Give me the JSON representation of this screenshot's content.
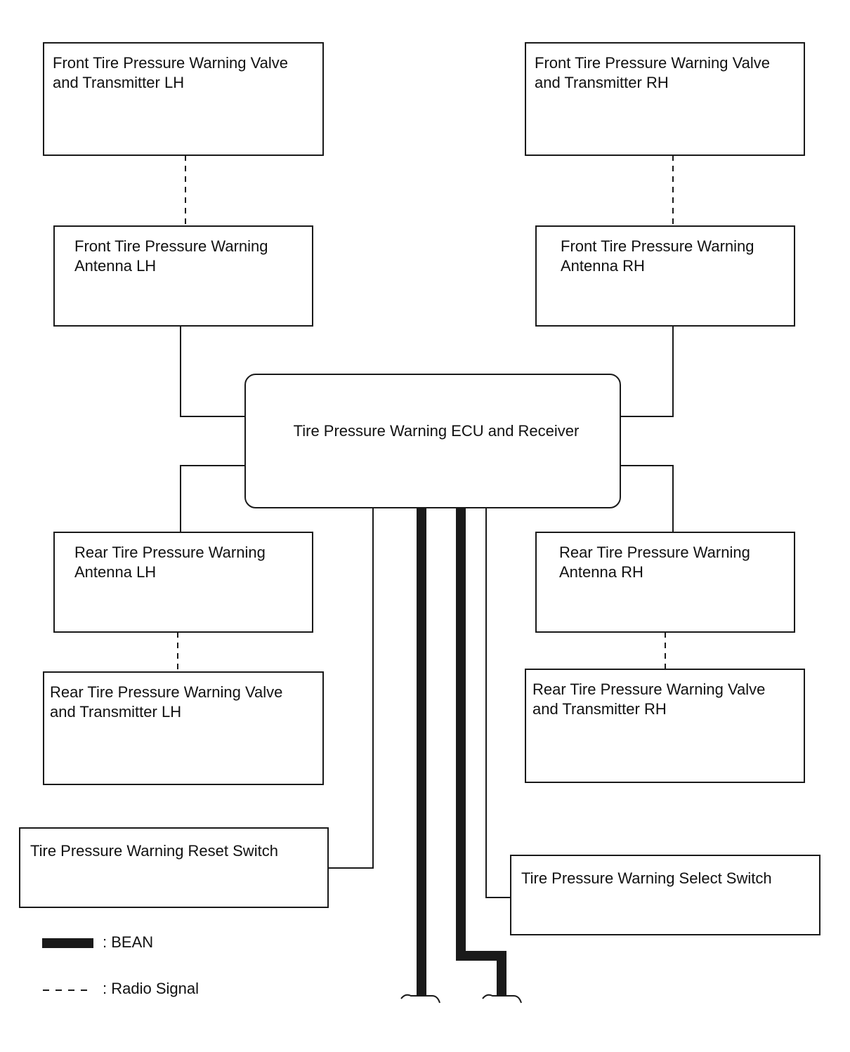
{
  "diagram": {
    "ecu": "Tire Pressure Warning ECU and Receiver",
    "front_valve_lh": "Front Tire Pressure Warning Valve\nand Transmitter LH",
    "front_valve_rh": "Front Tire Pressure Warning Valve\nand Transmitter RH",
    "front_antenna_lh": "Front Tire Pressure Warning\nAntenna LH",
    "front_antenna_rh": "Front Tire Pressure Warning\nAntenna RH",
    "rear_antenna_lh": "Rear Tire Pressure Warning\nAntenna LH",
    "rear_antenna_rh": "Rear Tire Pressure Warning\nAntenna RH",
    "rear_valve_lh": "Rear Tire Pressure Warning Valve\nand Transmitter LH",
    "rear_valve_rh": "Rear Tire Pressure Warning Valve\nand Transmitter RH",
    "reset_switch": "Tire Pressure Warning Reset Switch",
    "select_switch": "Tire Pressure Warning Select Switch"
  },
  "legend": {
    "bean": ": BEAN",
    "radio": ": Radio Signal"
  },
  "colors": {
    "line": "#1a1a1a",
    "background": "#ffffff"
  }
}
